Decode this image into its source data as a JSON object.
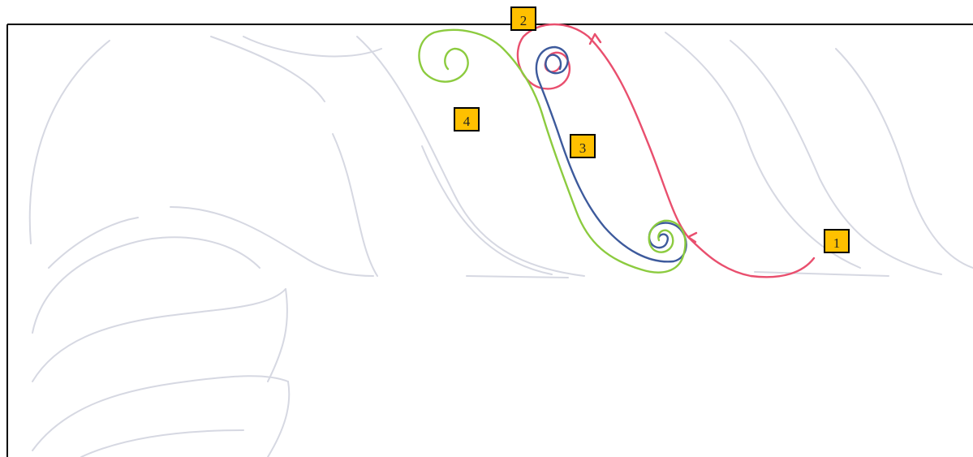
{
  "markers": [
    {
      "id": "1",
      "label": "1",
      "stroke": "pink"
    },
    {
      "id": "2",
      "label": "2",
      "stroke": "pink"
    },
    {
      "id": "3",
      "label": "3",
      "stroke": "blue"
    },
    {
      "id": "4",
      "label": "4",
      "stroke": "green"
    }
  ],
  "colors": {
    "frame": "#000000",
    "background": "#ffffff",
    "faint_guide": "#d6d8e2",
    "pink": "#e94f6e",
    "blue": "#3d5a9c",
    "green": "#8ccb3f",
    "marker_fill": "#ffc000",
    "marker_border": "#000000"
  }
}
